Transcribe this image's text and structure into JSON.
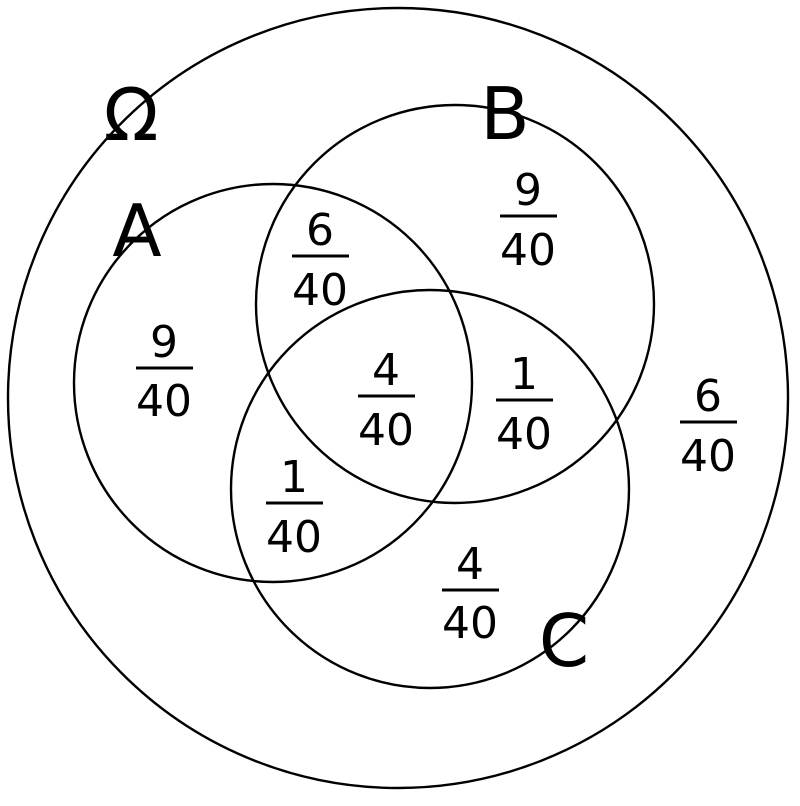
{
  "diagram": {
    "sets": [
      {
        "id": "universe",
        "label": "Ω"
      },
      {
        "id": "a",
        "label": "A"
      },
      {
        "id": "b",
        "label": "B"
      },
      {
        "id": "c",
        "label": "C"
      }
    ],
    "regions": [
      {
        "id": "a-only",
        "numerator": "9",
        "denominator": "40"
      },
      {
        "id": "a-b",
        "numerator": "6",
        "denominator": "40"
      },
      {
        "id": "b-only",
        "numerator": "9",
        "denominator": "40"
      },
      {
        "id": "a-b-c",
        "numerator": "4",
        "denominator": "40"
      },
      {
        "id": "b-c",
        "numerator": "1",
        "denominator": "40"
      },
      {
        "id": "a-c",
        "numerator": "1",
        "denominator": "40"
      },
      {
        "id": "c-only",
        "numerator": "4",
        "denominator": "40"
      },
      {
        "id": "outside",
        "numerator": "6",
        "denominator": "40"
      }
    ]
  }
}
